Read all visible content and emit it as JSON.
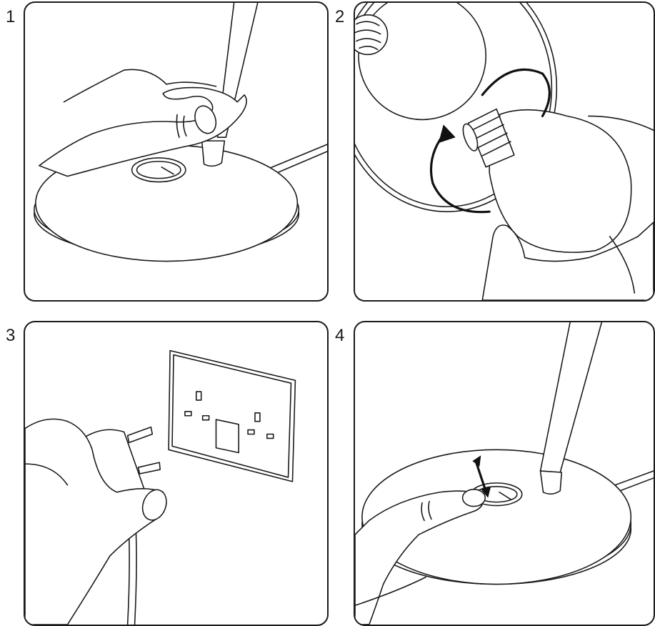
{
  "steps": [
    {
      "number": "1",
      "depicts": "lamp-pole-inserted-into-base"
    },
    {
      "number": "2",
      "depicts": "bulb-screwed-into-shade"
    },
    {
      "number": "3",
      "depicts": "plug-inserted-into-wall-socket"
    },
    {
      "number": "4",
      "depicts": "press-switch-on-base"
    }
  ],
  "colors": {
    "line": "#1a1a1a",
    "background": "#ffffff"
  }
}
